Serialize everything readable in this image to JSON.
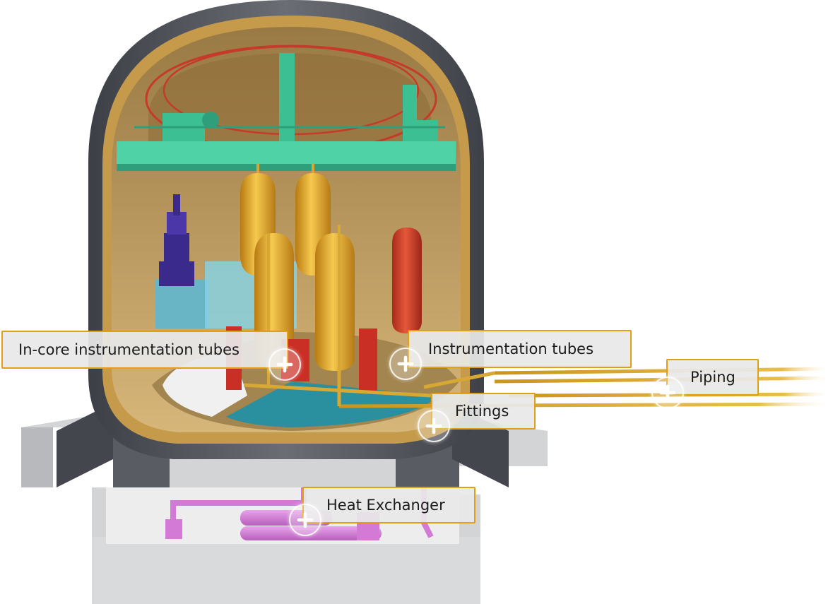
{
  "callouts": [
    {
      "id": "in-core-instrumentation-tubes",
      "label": "In-core instrumentation tubes"
    },
    {
      "id": "instrumentation-tubes",
      "label": "Instrumentation tubes"
    },
    {
      "id": "piping",
      "label": "Piping"
    },
    {
      "id": "fittings",
      "label": "Fittings"
    },
    {
      "id": "heat-exchanger",
      "label": "Heat Exchanger"
    }
  ],
  "icons": {
    "hotspot": "plus-icon"
  },
  "colors": {
    "callout_border": "#e0a012",
    "callout_fill": "#e8e8e8",
    "containment_shell": "#505259",
    "liner": "#c79a4a",
    "crane": "#4fd2a5",
    "steam_generator": "#e6a82a",
    "pressurizer": "#d6432a",
    "pump": "#c92f25",
    "reactor_cavity_water": "#2a8f9e",
    "heat_exchanger": "#d27ad6",
    "transfer_equipment": "#3a2a8c"
  }
}
